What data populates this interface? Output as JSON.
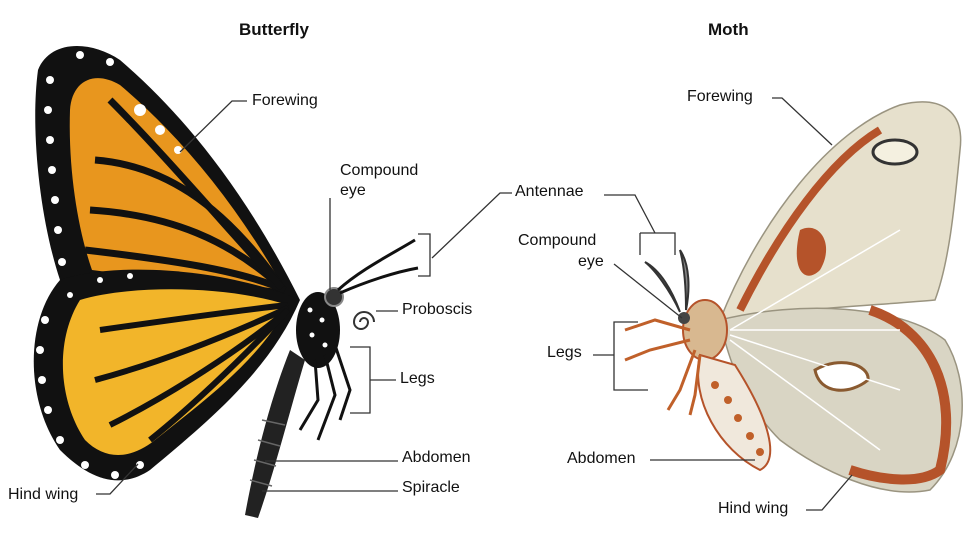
{
  "butterfly": {
    "title": "Butterfly",
    "labels": {
      "forewing": "Forewing",
      "compound_eye_1": "Compound",
      "compound_eye_2": "eye",
      "antennae": "Antennae",
      "proboscis": "Proboscis",
      "legs": "Legs",
      "abdomen": "Abdomen",
      "spiracle": "Spiracle",
      "hind_wing": "Hind wing"
    }
  },
  "moth": {
    "title": "Moth",
    "labels": {
      "forewing": "Forewing",
      "compound_eye_1": "Compound",
      "compound_eye_2": "eye",
      "legs": "Legs",
      "abdomen": "Abdomen",
      "hind_wing": "Hind wing"
    }
  },
  "colors": {
    "butterfly_orange": "#e8961e",
    "butterfly_yellow": "#f2b52a",
    "wing_black": "#111111",
    "moth_beige": "#e6e0cc",
    "moth_rust": "#b5532a"
  }
}
